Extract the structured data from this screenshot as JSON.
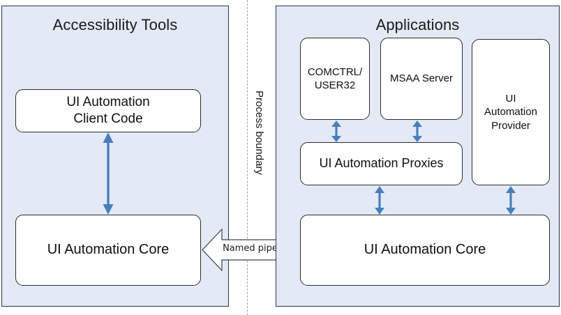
{
  "diagram": {
    "title_implicit": "UI Automation architecture across a process boundary",
    "colors": {
      "panel_fill": "#E3EAF5",
      "panel_border": "#2b3441",
      "node_fill": "#FEFEFE",
      "node_border": "#2B2B2B",
      "arrow_blue": "#4A7EBB",
      "boundary_dash": "#8FA4C4",
      "text": "#101010"
    },
    "panels": [
      {
        "id": "accessibility-tools",
        "title": "Accessibility Tools"
      },
      {
        "id": "applications",
        "title": "Applications"
      }
    ],
    "boundary": {
      "label": "Process boundary",
      "style": "dashed-vertical"
    },
    "nodes": {
      "client_code": "UI Automation\nClient Code",
      "client_code_line1": "UI Automation",
      "client_code_line2": "Client Code",
      "core_left": "UI Automation Core",
      "comctrl_line1": "COMCTRL/",
      "comctrl_line2": "USER32",
      "msaa_server": "MSAA Server",
      "uia_provider_line1": "UI",
      "uia_provider_line2": "Automation",
      "uia_provider_line3": "Provider",
      "proxies": "UI Automation Proxies",
      "core_right": "UI Automation Core"
    },
    "connectors": {
      "named_pipe": "Named pipe",
      "client_to_core": "bidirectional",
      "comctrl_to_proxies": "bidirectional",
      "msaa_to_proxies": "bidirectional",
      "proxies_to_core": "bidirectional",
      "provider_to_core": "bidirectional"
    }
  }
}
